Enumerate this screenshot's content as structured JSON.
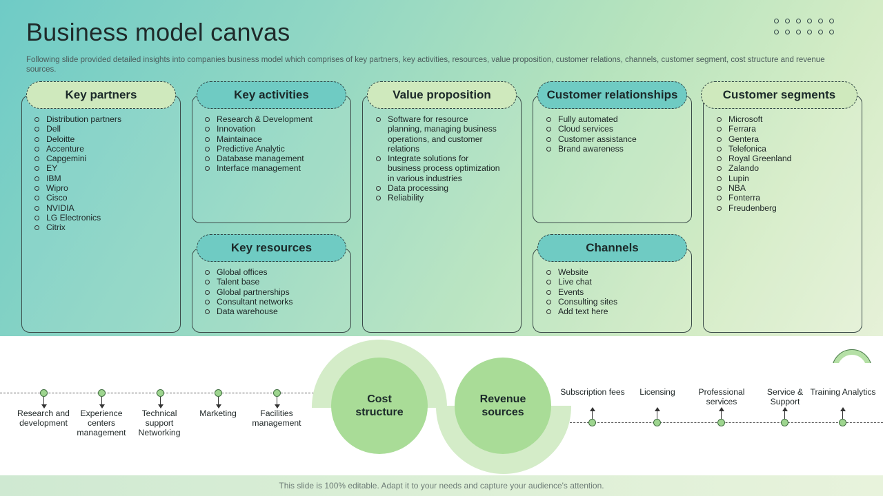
{
  "title": "Business model canvas",
  "subtitle": "Following slide provided detailed insights into companies business model which comprises of key partners, key activities, resources, value proposition, customer relations, channels, customer segment, cost structure and revenue sources.",
  "canvas": {
    "key_partners": {
      "label": "Key partners",
      "items": [
        "Distribution partners",
        "Dell",
        "Deloitte",
        "Accenture",
        "Capgemini",
        "EY",
        "IBM",
        "Wipro",
        "Cisco",
        "NVIDIA",
        "LG Electronics",
        "Citrix"
      ]
    },
    "key_activities": {
      "label": "Key activities",
      "items": [
        "Research & Development",
        "Innovation",
        "Maintainace",
        "Predictive Analytic",
        "Database management",
        "Interface management"
      ]
    },
    "key_resources": {
      "label": "Key resources",
      "items": [
        "Global offices",
        "Talent base",
        "Global partnerships",
        "Consultant networks",
        "Data warehouse"
      ]
    },
    "value_proposition": {
      "label": "Value proposition",
      "items": [
        "Software for resource planning, managing business operations, and customer relations",
        "Integrate solutions for business process optimization in various industries",
        "Data processing",
        "Reliability"
      ]
    },
    "customer_relationships": {
      "label": "Customer relationships",
      "items": [
        "Fully automated",
        "Cloud services",
        "Customer assistance",
        "Brand awareness"
      ]
    },
    "channels": {
      "label": "Channels",
      "items": [
        "Website",
        "Live chat",
        "Events",
        "Consulting sites",
        "Add text here"
      ]
    },
    "customer_segments": {
      "label": "Customer segments",
      "items": [
        "Microsoft",
        "Ferrara",
        "Gentera",
        "Telefonica",
        "Royal Greenland",
        "Zalando",
        "Lupin",
        "NBA",
        "Fonterra",
        "Freudenberg"
      ]
    }
  },
  "cost_structure": {
    "label": "Cost structure",
    "items": [
      "Research and development",
      "Experience centers management",
      "Technical support Networking",
      "Marketing",
      "Facilities management"
    ]
  },
  "revenue_sources": {
    "label": "Revenue sources",
    "items": [
      "Subscription fees",
      "Licensing",
      "Professional services",
      "Service & Support",
      "Training Analytics"
    ]
  },
  "footer": "This slide is 100% editable. Adapt it to your needs and capture your audience's attention."
}
